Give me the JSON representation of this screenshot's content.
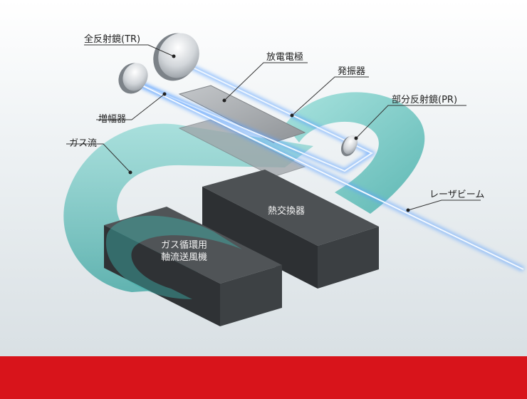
{
  "labels": {
    "total_reflector": "全反射鏡(TR)",
    "discharge_electrode": "放電電極",
    "oscillator": "発振器",
    "partial_reflector": "部分反射鏡(PR)",
    "amplifier": "増幅器",
    "gas_flow": "ガス流",
    "laser_beam": "レーザビーム",
    "heat_exchanger": "熱交換器",
    "fan_line1": "ガス循環用",
    "fan_line2": "軸流送風機"
  },
  "colors": {
    "gas_flow": "#4bbdb6",
    "laser_beam": "#6aa8ff",
    "block": "#3a3d40",
    "footer": "#d8141b"
  }
}
